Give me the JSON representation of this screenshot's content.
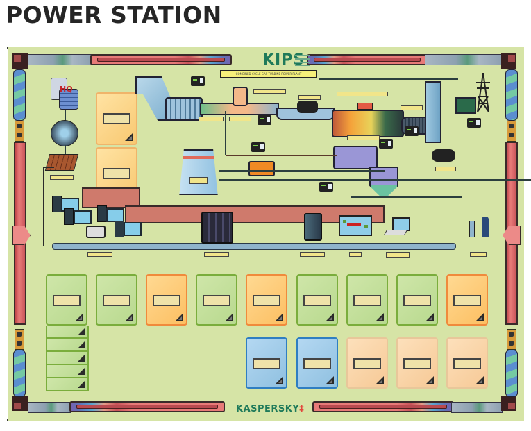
{
  "page": {
    "title": "POWER STATION"
  },
  "board": {
    "logo_top": "KIPS",
    "banner_text": "COMBINED-CYCLE GAS TURBINE POWER PLANT",
    "logo_bottom_main": "KASPERSKY",
    "logo_bottom_mark": "‡",
    "colors": {
      "background": "#d6e4a6",
      "brand_green": "#1f7a5a",
      "rail_red": "#e77a78",
      "card_green": "#b8d98e",
      "card_orange": "#fcbf62",
      "card_blue": "#8fc0e0",
      "card_peach": "#f6c996"
    },
    "diagram": {
      "hq_label": "HQ",
      "left_cards": [
        {
          "label": "",
          "color": "yellow"
        },
        {
          "label": "",
          "color": "yellow"
        }
      ],
      "icons": [
        "hq-server-icon",
        "globe-icon",
        "firewall-icon",
        "gas-turbine-icon",
        "steam-turbine-icon",
        "cooling-tower-icon",
        "chimney-icon",
        "power-tower-icon",
        "transformer-icon",
        "generator-icon",
        "workstation-icon",
        "printer-icon",
        "server-icon",
        "pc-icon",
        "scada-screen-icon",
        "laptop-icon",
        "engineer-icon",
        "wrench-icon"
      ]
    },
    "card_rows": [
      [
        {
          "color": "green",
          "label": ""
        },
        {
          "color": "green",
          "label": ""
        },
        {
          "color": "orange",
          "label": ""
        },
        {
          "color": "green",
          "label": ""
        },
        {
          "color": "orange",
          "label": ""
        },
        {
          "color": "green",
          "label": ""
        },
        {
          "color": "green",
          "label": ""
        },
        {
          "color": "green",
          "label": ""
        },
        {
          "color": "orange",
          "label": ""
        }
      ],
      [
        {
          "color": "blue",
          "label": ""
        },
        {
          "color": "blue",
          "label": ""
        },
        {
          "color": "peach",
          "label": ""
        },
        {
          "color": "peach",
          "label": ""
        },
        {
          "color": "peach",
          "label": ""
        }
      ]
    ],
    "stacked_cards_count": 5
  }
}
